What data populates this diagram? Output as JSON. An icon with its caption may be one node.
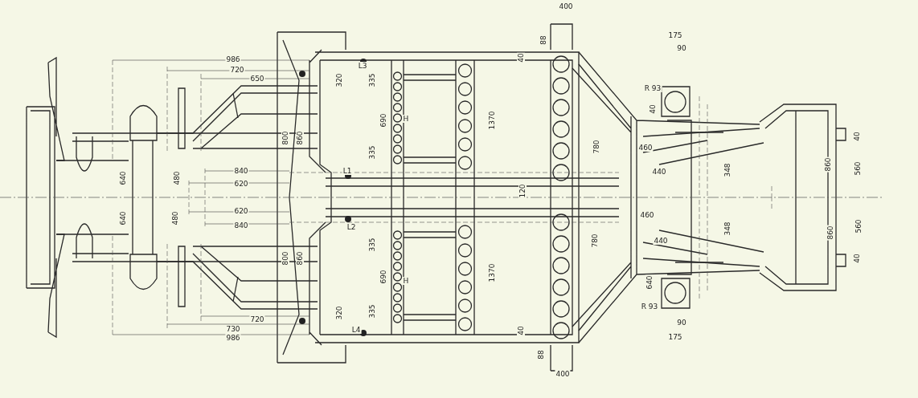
{
  "diagram": {
    "labels": [
      "175",
      "90",
      "986",
      "720",
      "650",
      "R 93",
      "40",
      "88",
      "400",
      "L3",
      "320",
      "335",
      "690",
      "335",
      "H",
      "800",
      "860",
      "640",
      "480",
      "840",
      "620",
      "L1",
      "1370",
      "40",
      "120",
      "780",
      "460",
      "440",
      "348",
      "860",
      "560",
      "40",
      "620",
      "840",
      "640",
      "480",
      "L2",
      "460",
      "440",
      "348",
      "860",
      "560",
      "40",
      "800",
      "860",
      "335",
      "690",
      "335",
      "H",
      "320",
      "1370",
      "40",
      "780",
      "640",
      "L4",
      "720",
      "730",
      "986",
      "R 93",
      "88",
      "400",
      "90",
      "175"
    ]
  }
}
